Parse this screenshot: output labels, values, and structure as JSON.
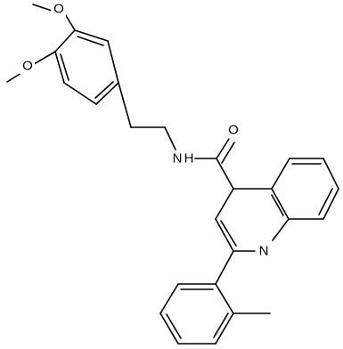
{
  "molecule": {
    "atoms": {
      "amide_nitrogen": "N",
      "hydrogen_on_n": "H",
      "carbonyl_oxygen": "O",
      "quinoline_nitrogen": "N",
      "methoxy_oxygen_top": "O",
      "methoxy_oxygen_left": "O"
    },
    "colors": {
      "bond": "#000000",
      "label": "#000000",
      "background": "#ffffff"
    }
  }
}
